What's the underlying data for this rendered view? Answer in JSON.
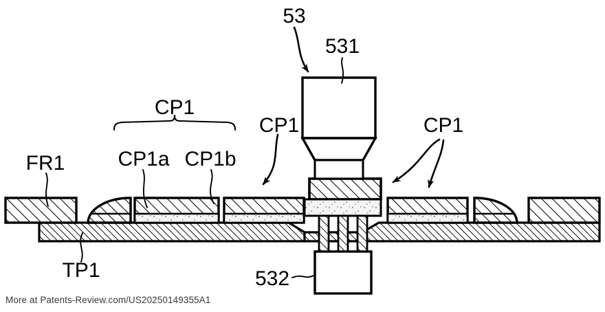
{
  "figure": {
    "title": "Patent cross-section diagram",
    "labels": {
      "fr1": "FR1",
      "tp1": "TP1",
      "cp1_group": "CP1",
      "cp1a": "CP1a",
      "cp1b": "CP1b",
      "cp1_center": "CP1",
      "cp1_right": "CP1",
      "tool_53": "53",
      "tool_531": "531",
      "tool_532": "532"
    },
    "colors": {
      "line": "#000000",
      "fill": "#ffffff",
      "hatch": "#000000",
      "stipple": "#f2f2f2",
      "footer_text": "#3a3a3a"
    }
  },
  "footer": {
    "text": "More at Patents-Review.com/US20250149355A1"
  }
}
